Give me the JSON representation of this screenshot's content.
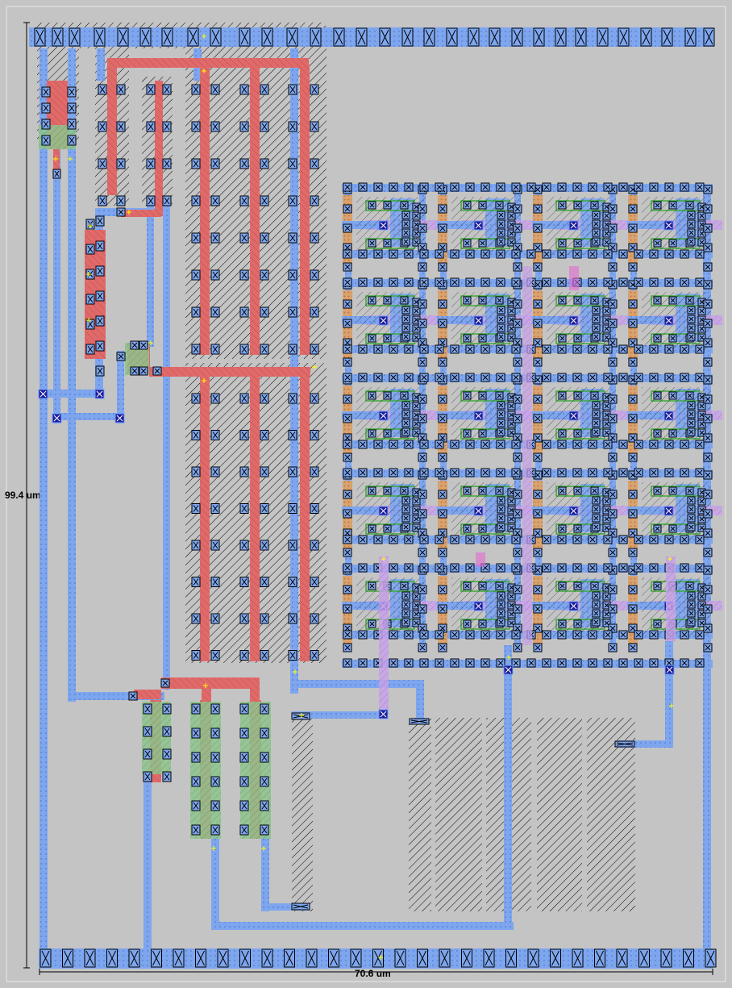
{
  "layout_view": {
    "height_label": "99.4 um",
    "width_label": "70.6 um"
  },
  "colors": {
    "background": "#c4c4c4",
    "metal1": "#7ea6ee",
    "poly": "#e06a6a",
    "diffusion": "#6fbf6f",
    "nwell_fill": "#d09a6a",
    "metal2": "#c89ae6",
    "contact": "#1d1d9a",
    "hatch": "#000000",
    "marker": "#ffff00"
  },
  "cell_array": {
    "rows": 5,
    "columns": 4
  }
}
